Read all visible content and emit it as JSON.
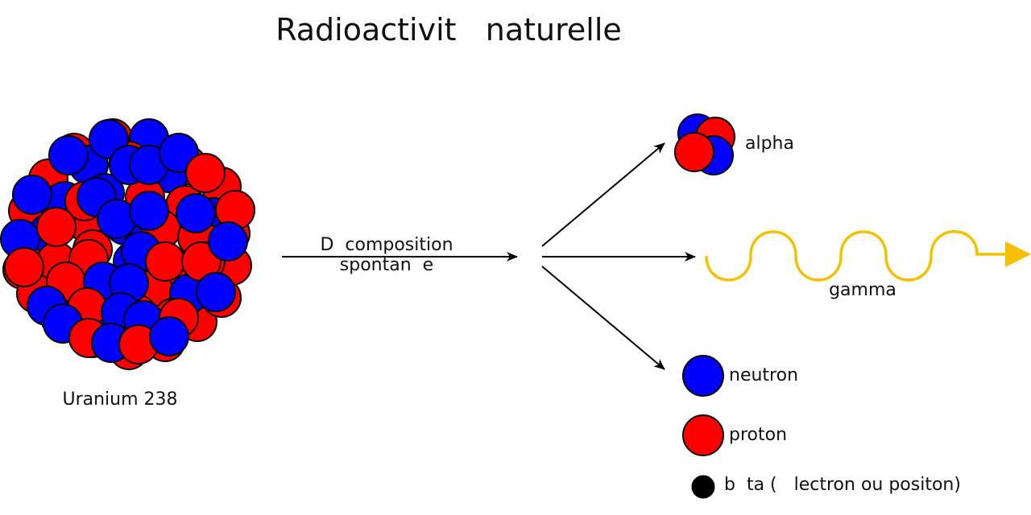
{
  "title": "Radioactivit   naturelle",
  "nucleus": {
    "label": "Uranium 238",
    "red": "#ff0000",
    "blue": "#0000ff"
  },
  "process": {
    "line1": "D  composition",
    "line2": "spontan  e"
  },
  "products": {
    "alpha": "alpha",
    "gamma": "gamma"
  },
  "legend": {
    "neutron": "neutron",
    "proton": "proton",
    "beta": "b  ta (   lectron ou positon)"
  },
  "colors": {
    "neutron": "#0000ff",
    "proton": "#ff0000",
    "beta": "#000000",
    "gamma": "#f5c000",
    "arrow": "#000000"
  }
}
